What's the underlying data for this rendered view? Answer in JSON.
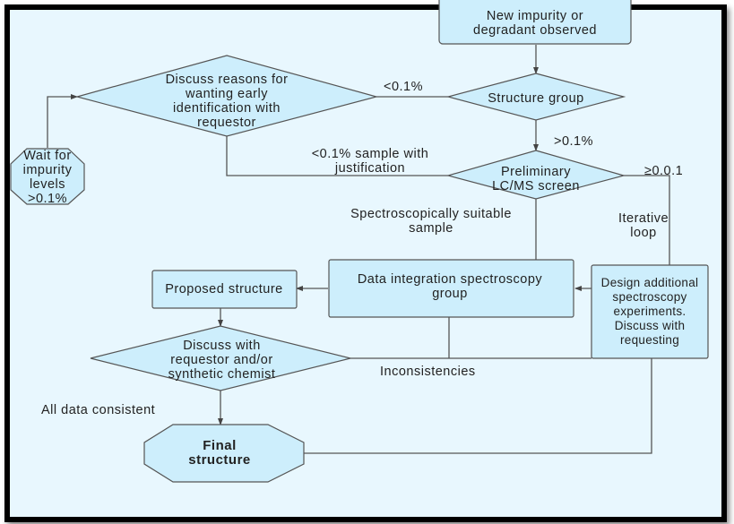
{
  "diagram": {
    "colors": {
      "node_fill": "#cdeefc",
      "node_stroke": "#555555",
      "edge": "#555555",
      "background": "#e8f7fe",
      "frame": "#000000"
    },
    "nodes": {
      "new_impurity": "New impurity or degradant observed",
      "structure_group": "Structure group",
      "discuss_reasons": "Discuss reasons for wanting early identification with requestor",
      "wait": "Wait for impurity levels >0.1%",
      "preliminary": "Preliminary LC/MS screen",
      "data_integration": "Data integration spectroscopy group",
      "design_additional": "Design additional spectroscopy experiments. Discuss with requesting",
      "proposed_structure": "Proposed structure",
      "discuss_with": "Discuss with requestor and/or synthetic chemist",
      "final_structure": "Final structure"
    },
    "edge_labels": {
      "lt01": "<0.1%",
      "gt01": ">0.1%",
      "lt01_sample": "<0.1% sample with justification",
      "ge001": "≥0.0.1",
      "spectro_suitable": "Spectroscopically suitable sample",
      "iterative": "Iterative loop",
      "inconsistencies": "Inconsistencies",
      "all_consistent": "All data consistent"
    }
  }
}
